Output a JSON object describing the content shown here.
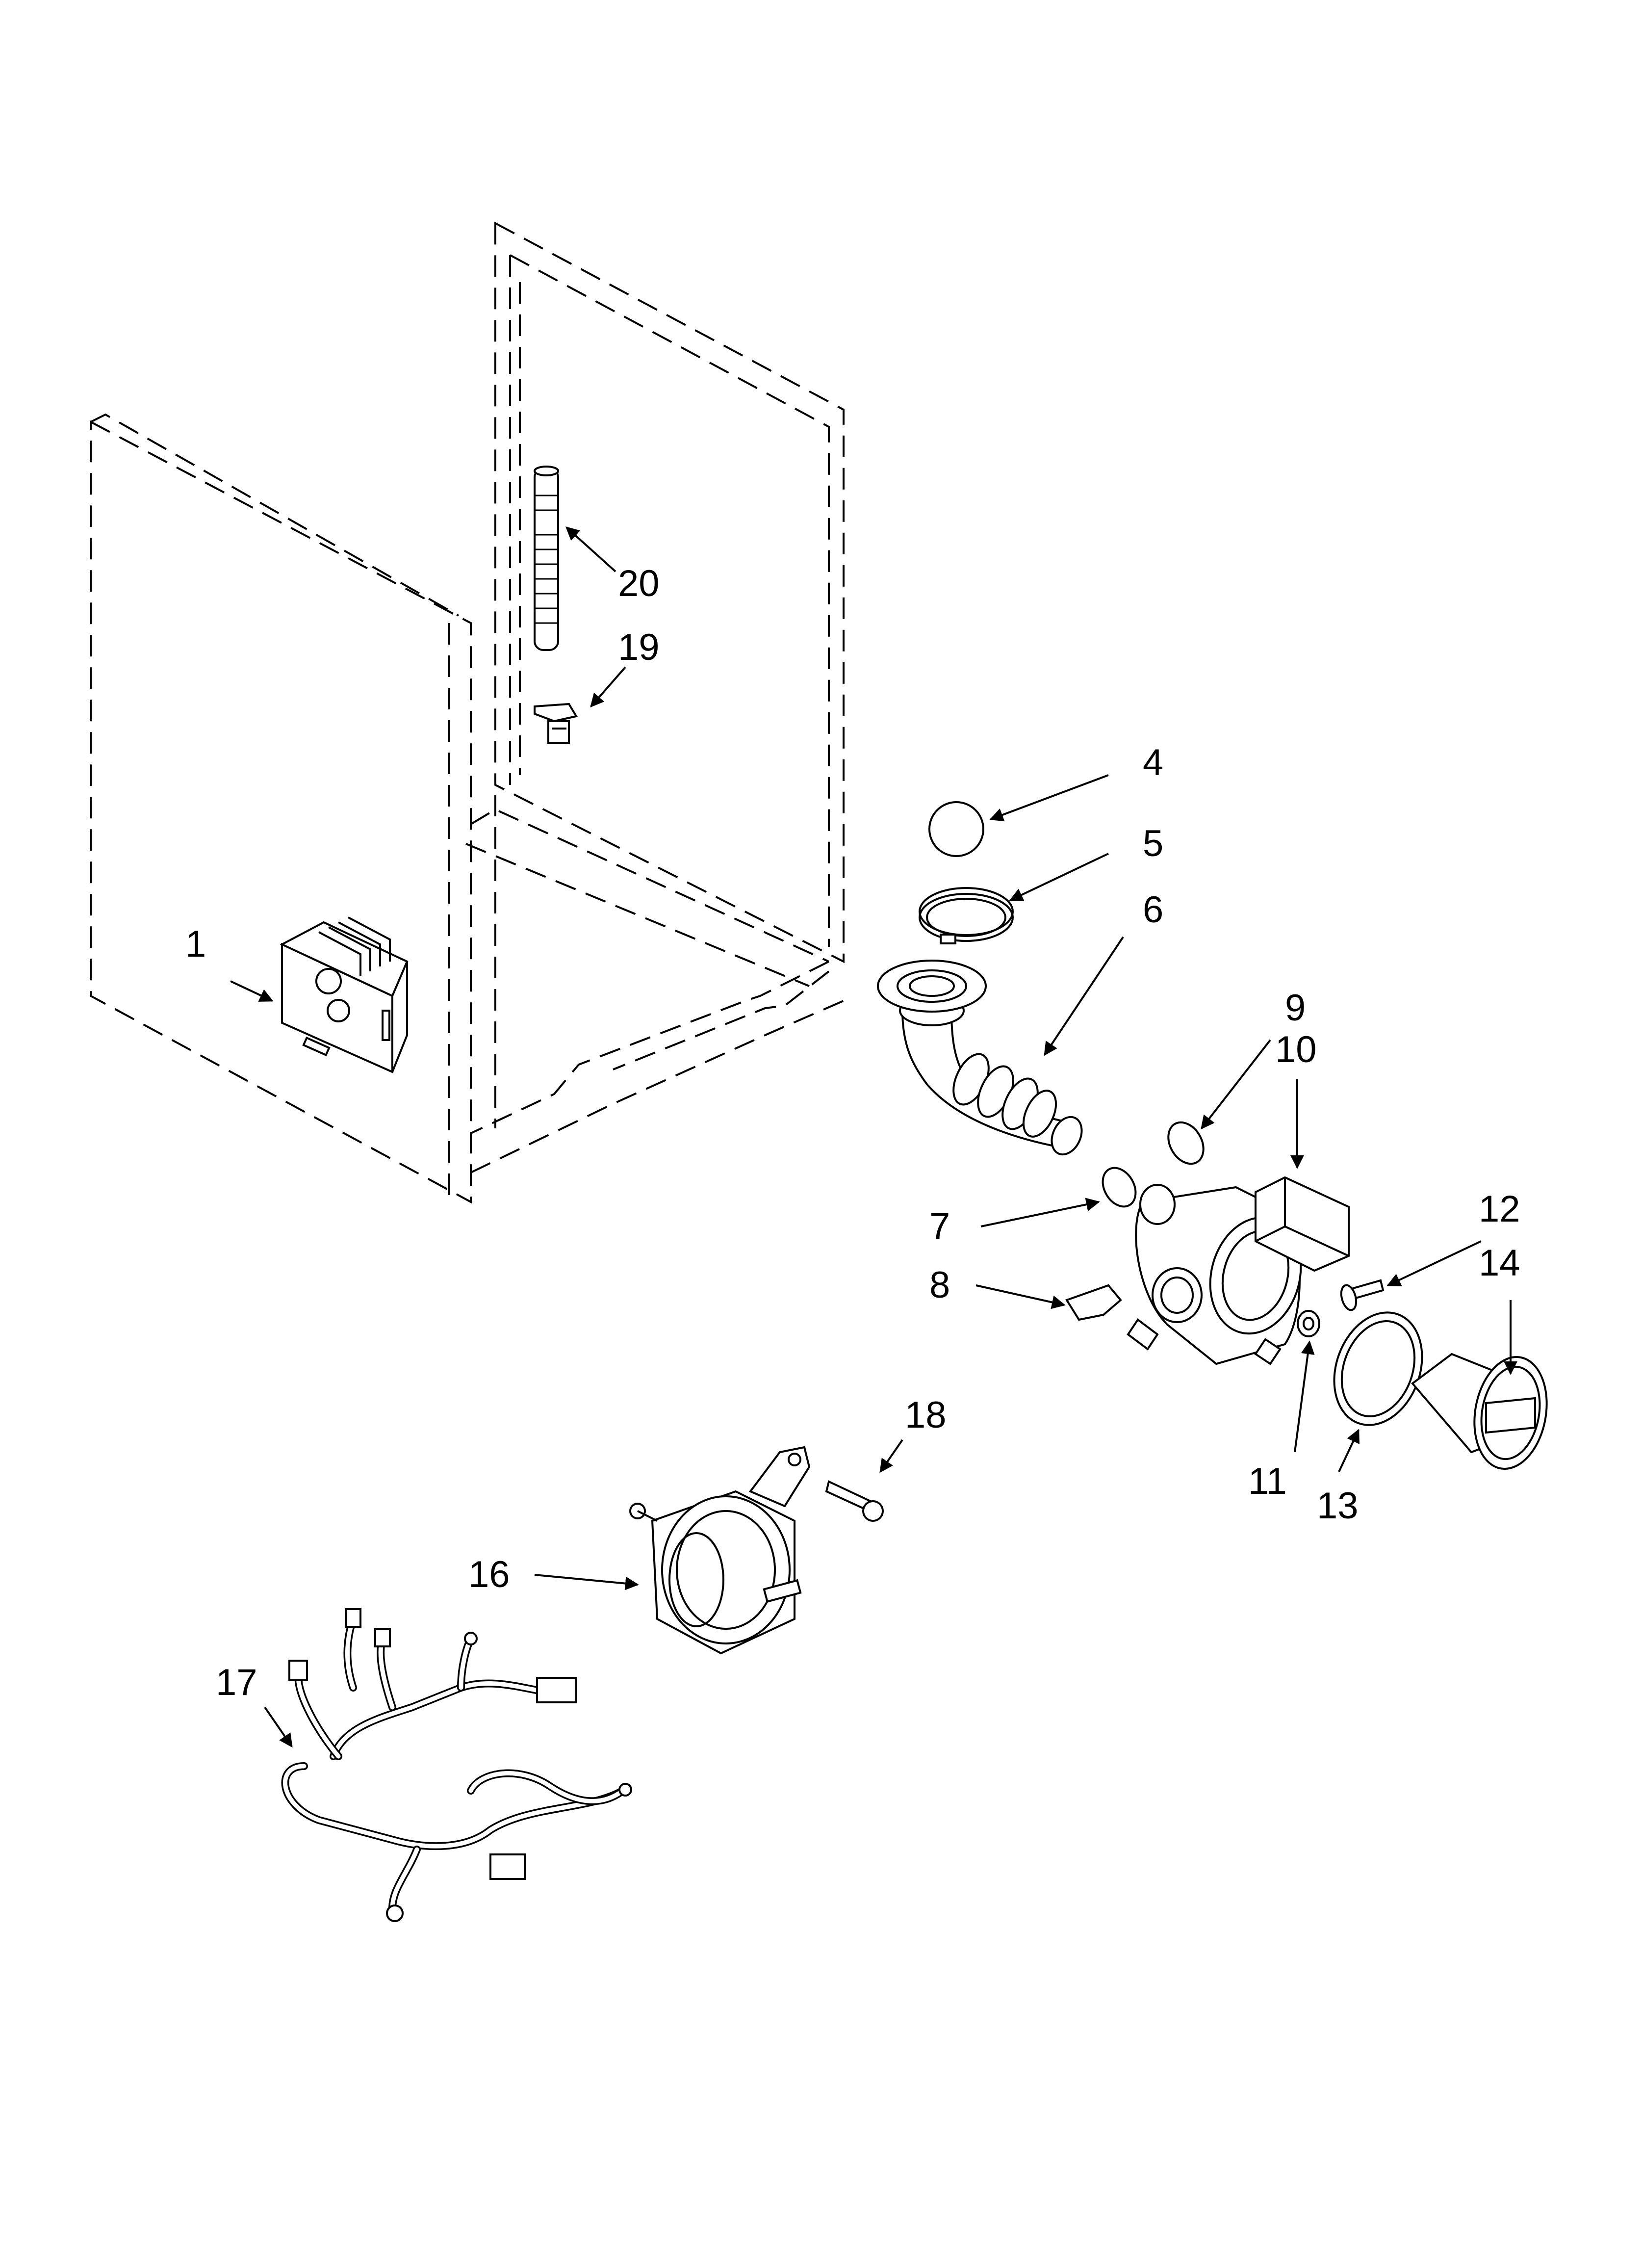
{
  "callouts": [
    {
      "id": "1",
      "label": "1"
    },
    {
      "id": "4",
      "label": "4"
    },
    {
      "id": "5",
      "label": "5"
    },
    {
      "id": "6",
      "label": "6"
    },
    {
      "id": "7",
      "label": "7"
    },
    {
      "id": "8",
      "label": "8"
    },
    {
      "id": "9",
      "label": "9"
    },
    {
      "id": "10",
      "label": "10"
    },
    {
      "id": "11",
      "label": "11"
    },
    {
      "id": "12",
      "label": "12"
    },
    {
      "id": "13",
      "label": "13"
    },
    {
      "id": "14",
      "label": "14"
    },
    {
      "id": "16",
      "label": "16"
    },
    {
      "id": "17",
      "label": "17"
    },
    {
      "id": "18",
      "label": "18"
    },
    {
      "id": "19",
      "label": "19"
    },
    {
      "id": "20",
      "label": "20"
    }
  ]
}
